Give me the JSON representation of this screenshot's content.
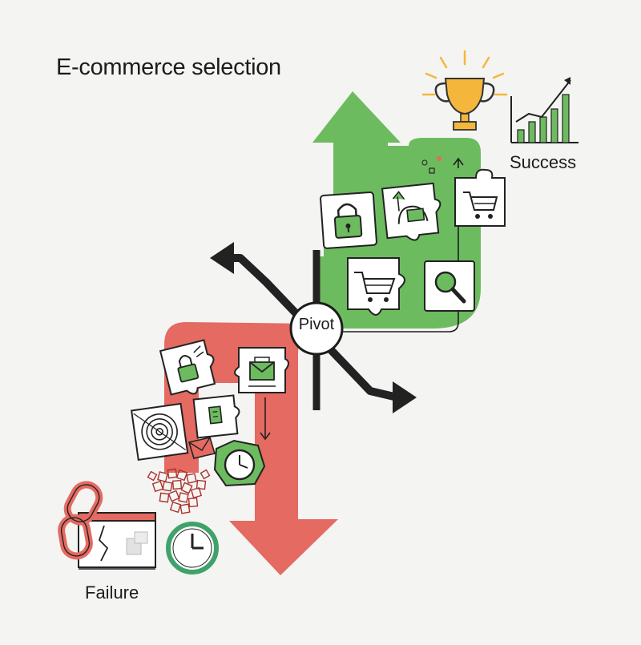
{
  "title": "E-commerce selection",
  "center_label": "Pivot",
  "outcomes": {
    "success": "Success",
    "failure": "Failure"
  },
  "colors": {
    "success": "#6dbb5f",
    "failure": "#e46a62",
    "dark": "#222222",
    "trophy": "#f4b73b"
  },
  "icons": {
    "success_side": [
      "lock-icon",
      "map-pin-icon",
      "shopping-cart-icon",
      "shopping-cart-icon",
      "magnifier-icon",
      "trophy-icon",
      "growth-chart-icon"
    ],
    "failure_side": [
      "lock-icon",
      "mail-icon",
      "document-icon",
      "fingerprint-icon",
      "clock-icon",
      "broken-link-icon",
      "broken-window-icon",
      "clock-icon"
    ]
  }
}
